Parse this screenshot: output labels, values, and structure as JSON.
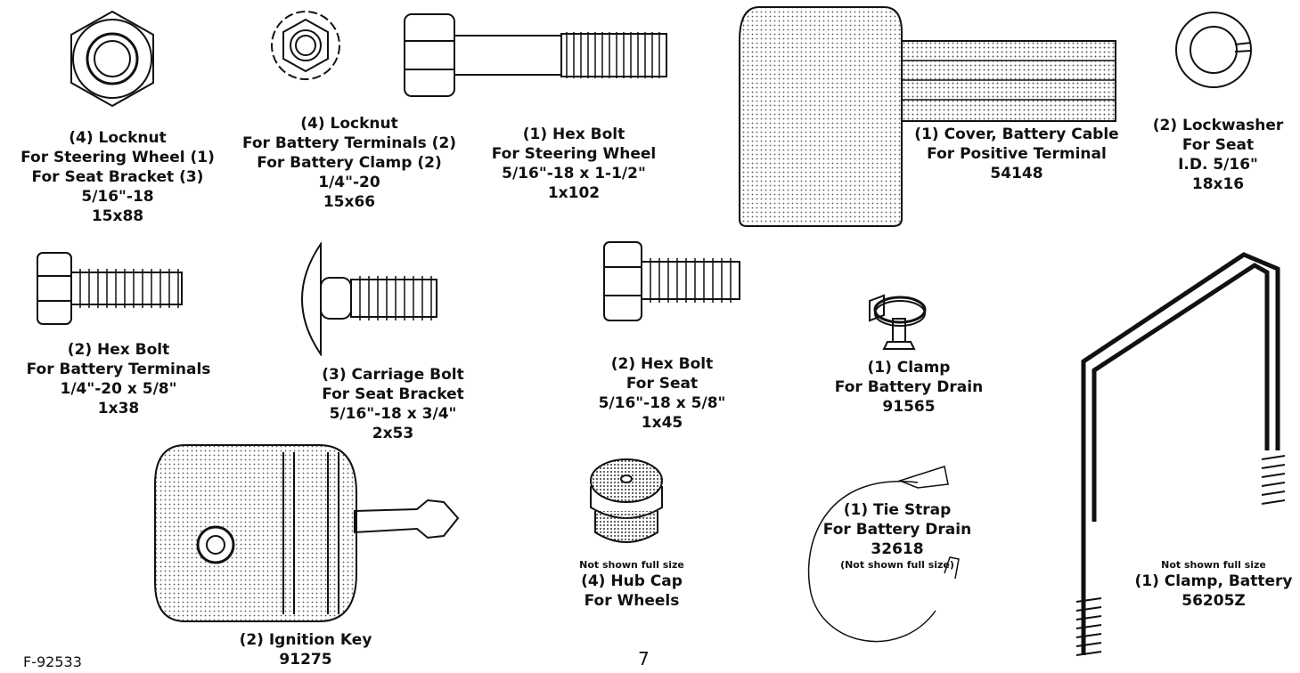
{
  "parts": [
    {
      "id": "locknut-steering",
      "lines": [
        "(4) Locknut",
        "For Steering Wheel (1)",
        "For Seat Bracket (3)",
        "5/16\"-18",
        "15x88"
      ]
    },
    {
      "id": "locknut-battery",
      "lines": [
        "(4) Locknut",
        "For Battery Terminals (2)",
        "For Battery Clamp (2)",
        "1/4\"-20",
        "15x66"
      ]
    },
    {
      "id": "hexbolt-steering",
      "lines": [
        "(1) Hex Bolt",
        "For Steering Wheel",
        "5/16\"-18 x 1-1/2\"",
        "1x102"
      ]
    },
    {
      "id": "cover-cable",
      "lines": [
        "(1) Cover, Battery Cable",
        "For Positive Terminal",
        "54148"
      ]
    },
    {
      "id": "lockwasher",
      "lines": [
        "(2) Lockwasher",
        "For Seat",
        "I.D. 5/16\"",
        "18x16"
      ]
    },
    {
      "id": "hexbolt-terminals",
      "lines": [
        "(2) Hex Bolt",
        "For Battery Terminals",
        "1/4\"-20 x 5/8\"",
        "1x38"
      ]
    },
    {
      "id": "carriage-bolt",
      "lines": [
        "(3) Carriage Bolt",
        "For Seat Bracket",
        "5/16\"-18 x 3/4\"",
        "2x53"
      ]
    },
    {
      "id": "hexbolt-seat",
      "lines": [
        "(2) Hex Bolt",
        "For Seat",
        "5/16\"-18 x 5/8\"",
        "1x45"
      ]
    },
    {
      "id": "clamp-drain",
      "lines": [
        "(1) Clamp",
        "For Battery Drain",
        "91565"
      ]
    },
    {
      "id": "hubcap",
      "note": "Not shown full size",
      "lines": [
        "(4) Hub Cap",
        "For Wheels"
      ]
    },
    {
      "id": "tie-strap",
      "lines": [
        "(1) Tie Strap",
        "For Battery Drain",
        "32618"
      ],
      "note": "(Not shown full size)"
    },
    {
      "id": "clamp-battery",
      "note": "Not shown full size",
      "lines": [
        "(1) Clamp, Battery",
        "56205Z"
      ]
    },
    {
      "id": "ignition-key",
      "lines": [
        "(2) Ignition Key",
        "91275"
      ]
    }
  ],
  "footer": {
    "code": "F-92533",
    "page_number": "7"
  }
}
